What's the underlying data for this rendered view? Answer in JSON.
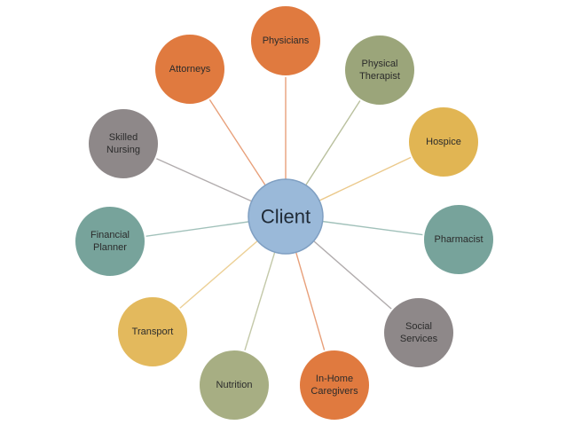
{
  "center": {
    "label": "Client",
    "fill": "#9ab9d9",
    "stroke": "#7f9fc2"
  },
  "nodes": [
    {
      "id": "physicians",
      "lines": [
        "Physicians"
      ],
      "fill": "#e07a3f",
      "stroke": "#ffffff",
      "line_color": "#e8a07a"
    },
    {
      "id": "physical-therapist",
      "lines": [
        "Physical",
        "Therapist"
      ],
      "fill": "#9ba57a",
      "stroke": "#ffffff",
      "line_color": "#b9c09e"
    },
    {
      "id": "hospice",
      "lines": [
        "Hospice"
      ],
      "fill": "#e1b553",
      "stroke": "#ffffff",
      "line_color": "#ebc98b"
    },
    {
      "id": "pharmacist",
      "lines": [
        "Pharmacist"
      ],
      "fill": "#77a39b",
      "stroke": "#ffffff",
      "line_color": "#a1c1ba"
    },
    {
      "id": "social-services",
      "lines": [
        "Social",
        "Services"
      ],
      "fill": "#8e8889",
      "stroke": "#ffffff",
      "line_color": "#b1acad"
    },
    {
      "id": "in-home-caregivers",
      "lines": [
        "In-Home",
        "Caregivers"
      ],
      "fill": "#e07a3f",
      "stroke": "#ffffff",
      "line_color": "#e8a07a"
    },
    {
      "id": "nutrition",
      "lines": [
        "Nutrition"
      ],
      "fill": "#a7ae83",
      "stroke": "#ffffff",
      "line_color": "#c3c8a8"
    },
    {
      "id": "transport",
      "lines": [
        "Transport"
      ],
      "fill": "#e3b95d",
      "stroke": "#ffffff",
      "line_color": "#ecd096"
    },
    {
      "id": "financial-planner",
      "lines": [
        "Financial",
        "Planner"
      ],
      "fill": "#77a39b",
      "stroke": "#ffffff",
      "line_color": "#a1c1ba"
    },
    {
      "id": "skilled-nursing",
      "lines": [
        "Skilled",
        "Nursing"
      ],
      "fill": "#8e8889",
      "stroke": "#ffffff",
      "line_color": "#b1acad"
    },
    {
      "id": "attorneys",
      "lines": [
        "Attorneys"
      ],
      "fill": "#e07a3f",
      "stroke": "#ffffff",
      "line_color": "#e8a07a"
    }
  ]
}
